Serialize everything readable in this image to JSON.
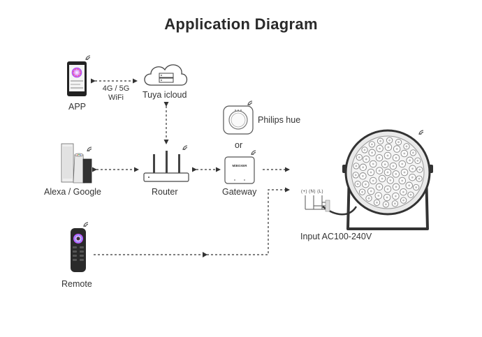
{
  "title": "Application Diagram",
  "nodes": {
    "app": "APP",
    "cloud": "Tuya icloud",
    "link_app_cloud": [
      "4G / 5G",
      "WiFi"
    ],
    "alexa": "Alexa / Google",
    "router": "Router",
    "hue": "Philips hue",
    "or": "or",
    "gateway": "Gateway",
    "remote": "Remote",
    "input": "Input AC100-240V",
    "terminals": [
      "(+)",
      "(N)",
      "(L)"
    ],
    "gateway_brand": "MiBOXER"
  }
}
